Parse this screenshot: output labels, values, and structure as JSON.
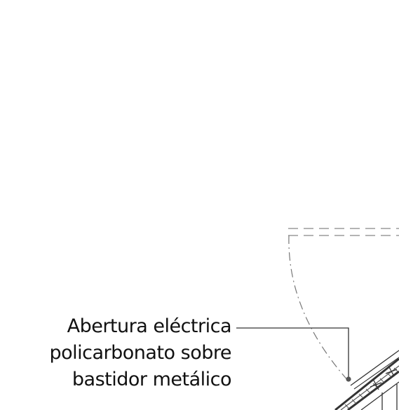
{
  "annotation": {
    "lines": [
      "Abertura eléctrica",
      "policarbonato sobre",
      "bastidor metálico"
    ]
  },
  "colors": {
    "background": "#ffffff",
    "line": "#333333",
    "dashed": "#888888",
    "hatch": "#555555"
  }
}
